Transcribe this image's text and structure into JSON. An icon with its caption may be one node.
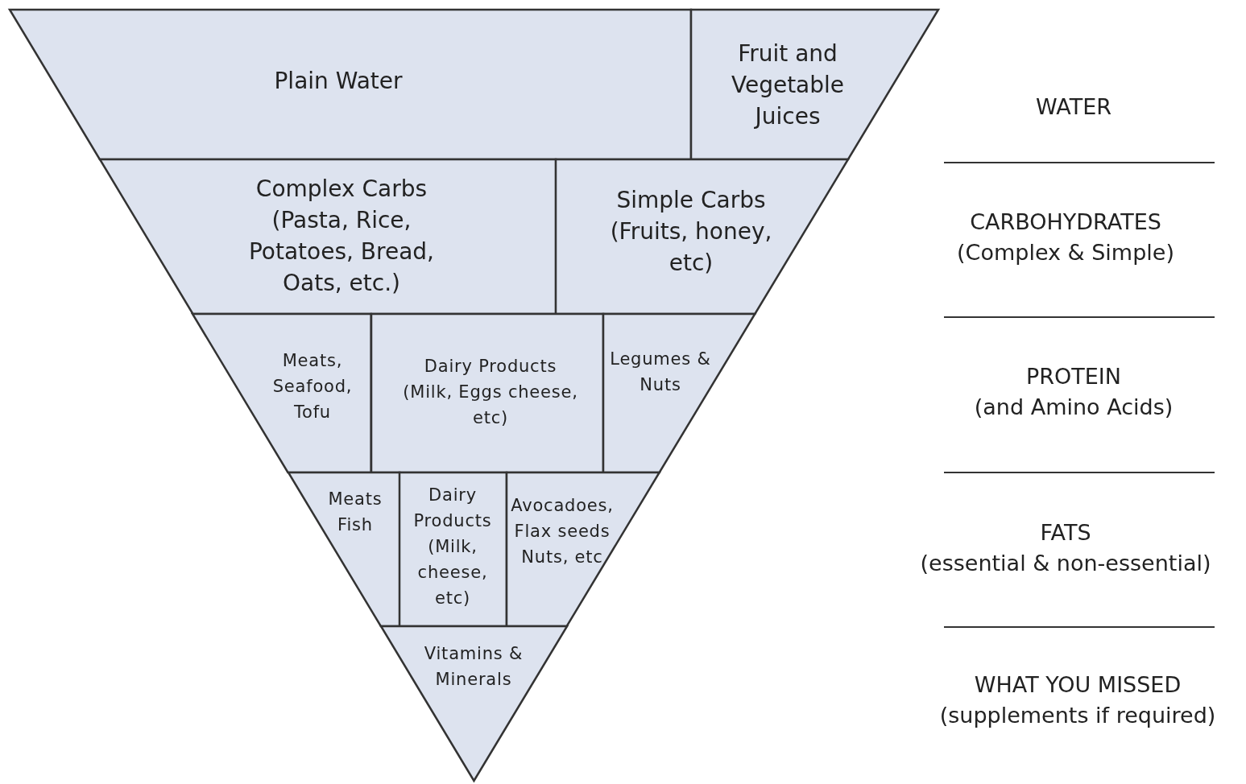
{
  "diagram": {
    "nodes": [
      {
        "text": [
          "Plain Water"
        ]
      },
      {
        "text": [
          "Fruit and Vegetable Juices"
        ]
      },
      {
        "text": [
          "Complex Carbs (Pasta, Rice, Potatoes, Bread, Oats, etc.)"
        ]
      },
      {
        "text": [
          "Simple Carbs (Fruits, honey, etc)"
        ]
      },
      {
        "text": [
          "Meats, Seafood, Tofu"
        ]
      },
      {
        "text": [
          "Dairy Products (Milk, Eggs cheese, etc)"
        ]
      },
      {
        "text": [
          "Legumes & Nuts"
        ]
      },
      {
        "text": [
          "Meats Fish"
        ]
      },
      {
        "text": [
          "Dairy Products (Milk, cheese, etc)"
        ]
      },
      {
        "text": [
          "Avocadoes, Flax seeds Nuts, etc"
        ]
      },
      {
        "text": [
          "Vitamins & Minerals"
        ]
      }
    ],
    "labels": [
      "WATER",
      "CARBOHYDRATES",
      "(Complex & Simple)",
      "PROTEIN",
      "(and Amino Acids)",
      "FATS",
      "(essential & non-essential)",
      "WHAT YOU MISSED",
      "(supplements if required)"
    ]
  }
}
